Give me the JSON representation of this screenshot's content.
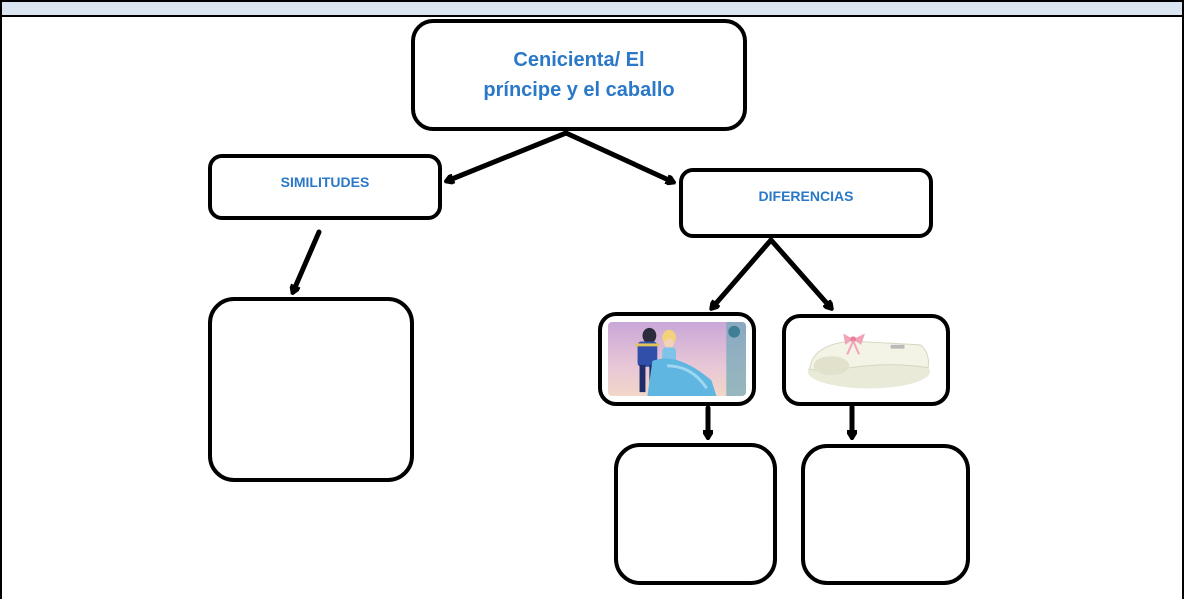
{
  "title": {
    "line1": "Cenicienta/ El",
    "line2": "príncipe y el caballo"
  },
  "similitudes": {
    "label": "SIMILITUDES"
  },
  "diferencias": {
    "label": "DIFERENCIAS"
  },
  "images": {
    "left": {
      "icon": "cinderella-prince-dancing-image"
    },
    "right": {
      "icon": "white-slipper-pink-bow-image"
    }
  },
  "colors": {
    "label_text": "#2a78c8",
    "top_band": "#dbe5f1",
    "outline": "#000000"
  }
}
